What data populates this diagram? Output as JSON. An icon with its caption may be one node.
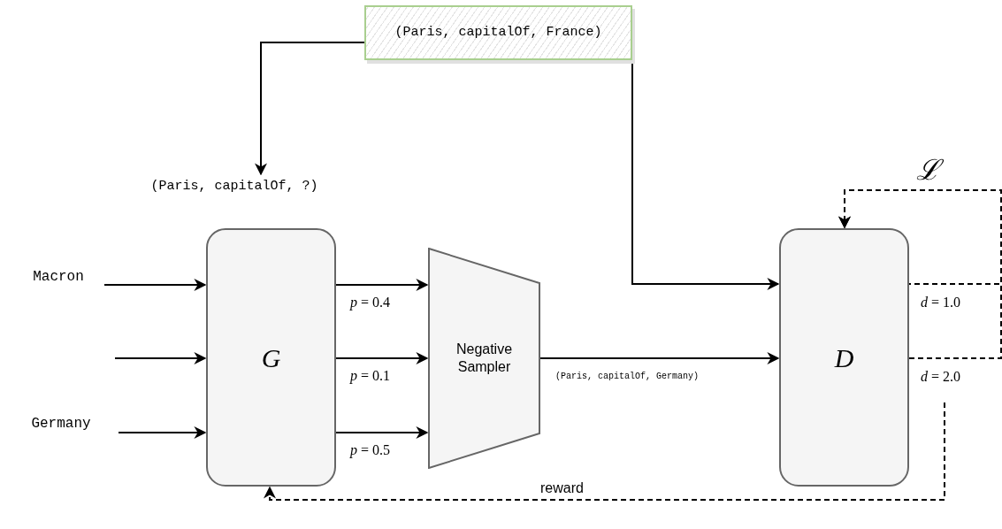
{
  "diagram": {
    "nodes": [
      {
        "text": [
          "(Paris, capitalOf, France)"
        ]
      },
      {
        "text": [
          "(Paris, capitalOf, ?)"
        ]
      },
      {
        "text": [
          "Macron"
        ]
      },
      {
        "text": [
          "Germany"
        ]
      },
      {
        "text": [
          "G"
        ]
      },
      {
        "text": [
          "Negative Sampler"
        ]
      },
      {
        "text": [
          "D"
        ]
      }
    ],
    "edges": [
      {
        "from": 0,
        "to": 1,
        "arrow": "to"
      },
      {
        "from": 0,
        "to": 6,
        "arrow": "to"
      },
      {
        "from": 2,
        "to": 4,
        "arrow": "to"
      },
      {
        "from": null,
        "to": 4,
        "arrow": "to"
      },
      {
        "from": 3,
        "to": 4,
        "arrow": "to"
      },
      {
        "from": 4,
        "to": 5,
        "arrow": "to",
        "label": "*p* = 0.4"
      },
      {
        "from": 4,
        "to": 5,
        "arrow": "to",
        "label": "*p* = 0.1"
      },
      {
        "from": 4,
        "to": 5,
        "arrow": "to",
        "label": "*p* = 0.5"
      },
      {
        "from": 5,
        "to": 6,
        "arrow": "to",
        "label": "(Paris, capitalOf, Germany)"
      },
      {
        "from": 6,
        "to": 6,
        "arrow": "to",
        "style": "dashed",
        "label": "*d* = 1.0"
      },
      {
        "from": 6,
        "to": 6,
        "arrow": "to",
        "style": "dashed",
        "label": "*d* = 2.0"
      },
      {
        "from": null,
        "to": 4,
        "arrow": "to",
        "style": "dashed",
        "label": "reward"
      }
    ],
    "labels": [
      "ℒ"
    ]
  }
}
